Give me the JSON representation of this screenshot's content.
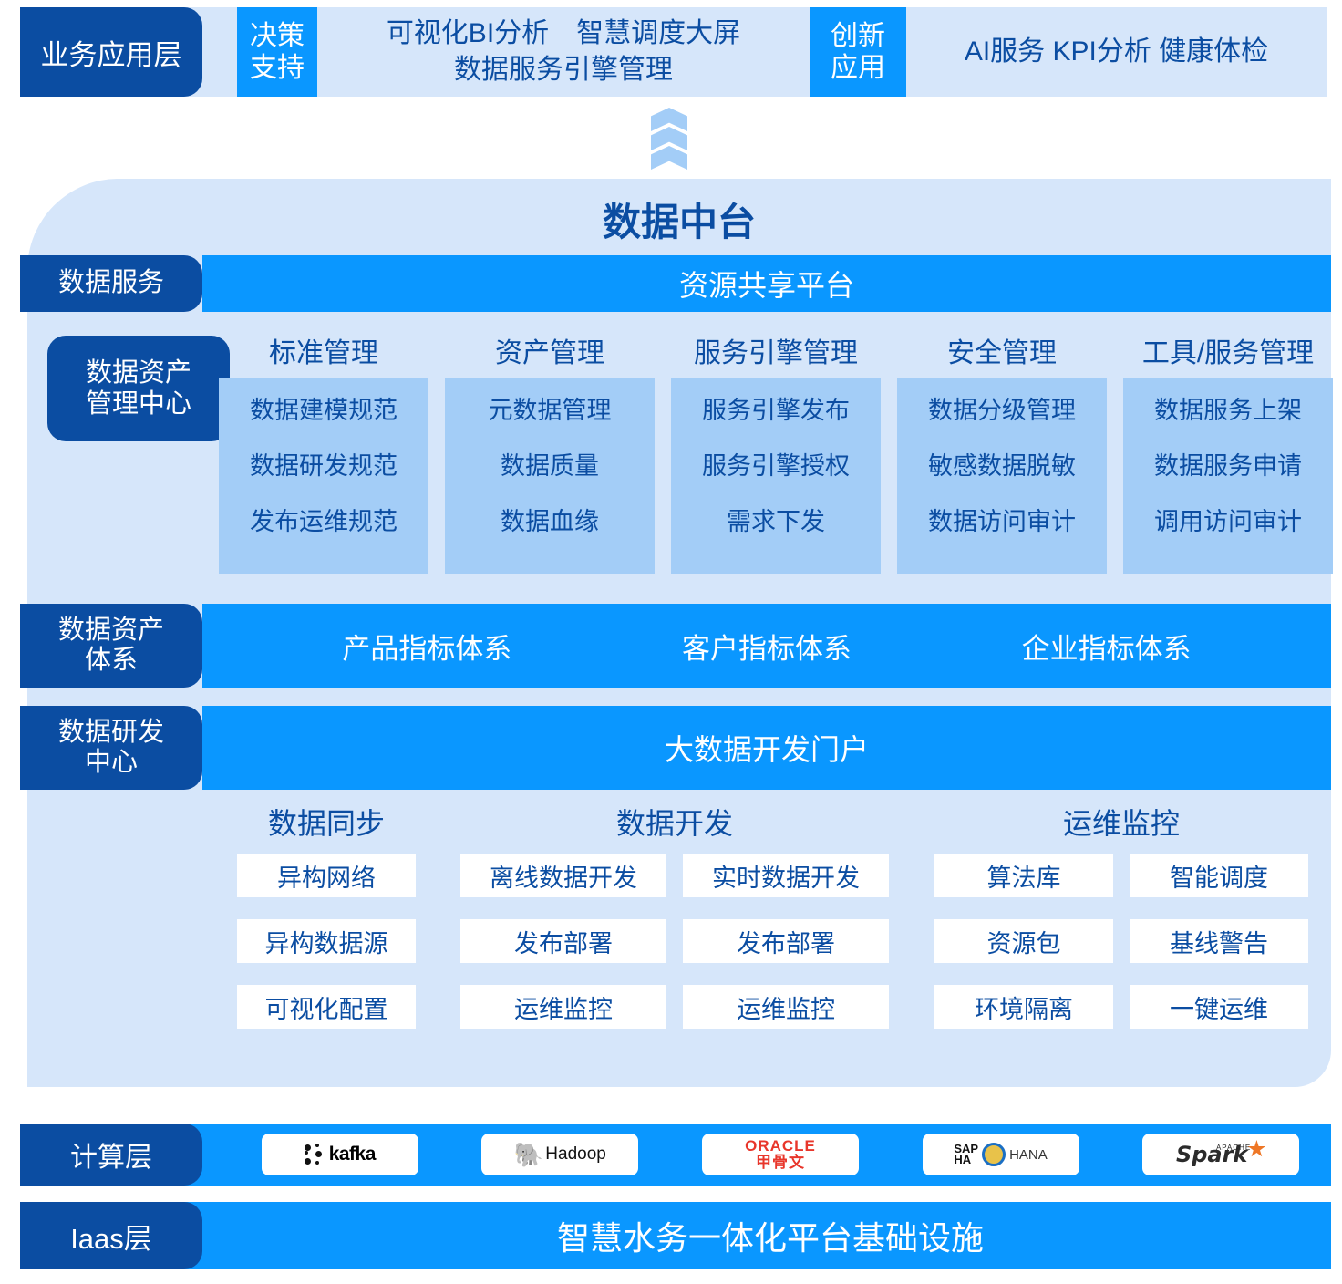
{
  "business_layer": {
    "tag": "业务应用层",
    "groups": [
      {
        "label": "决策\n支持",
        "apps": "可视化BI分析　智慧调度大屏\n数据服务引擎管理"
      },
      {
        "label": "创新\n应用",
        "apps": "AI服务  KPI分析  健康体检"
      }
    ]
  },
  "arrow": {
    "name": "up-arrow",
    "color": "#A3CDF7"
  },
  "platform": {
    "title": "数据中台",
    "data_service": {
      "tag": "数据服务",
      "label": "资源共享平台"
    },
    "asset_center": {
      "tag": "数据资产\n管理中心",
      "columns": [
        {
          "title": "标准管理",
          "items": [
            "数据建模规范",
            "数据研发规范",
            "发布运维规范"
          ]
        },
        {
          "title": "资产管理",
          "items": [
            "元数据管理",
            "数据质量",
            "数据血缘"
          ]
        },
        {
          "title": "服务引擎管理",
          "items": [
            "服务引擎发布",
            "服务引擎授权",
            "需求下发"
          ]
        },
        {
          "title": "安全管理",
          "items": [
            "数据分级管理",
            "敏感数据脱敏",
            "数据访问审计"
          ]
        },
        {
          "title": "工具/服务管理",
          "items": [
            "数据服务上架",
            "数据服务申请",
            "调用访问审计"
          ]
        }
      ]
    },
    "asset_system": {
      "tag": "数据资产\n体系",
      "items": [
        "产品指标体系",
        "客户指标体系",
        "企业指标体系"
      ]
    },
    "rd_center": {
      "tag": "数据研发\n中心",
      "label": "大数据开发门户"
    },
    "dev_groups": [
      {
        "title": "数据同步",
        "columns": [
          {
            "cells": [
              "异构网络",
              "异构数据源",
              "可视化配置"
            ]
          }
        ]
      },
      {
        "title": "数据开发",
        "columns": [
          {
            "cells": [
              "离线数据开发",
              "发布部署",
              "运维监控"
            ]
          },
          {
            "cells": [
              "实时数据开发",
              "发布部署",
              "运维监控"
            ]
          }
        ]
      },
      {
        "title": "运维监控",
        "columns": [
          {
            "cells": [
              "算法库",
              "资源包",
              "环境隔离"
            ]
          },
          {
            "cells": [
              "智能调度",
              "基线警告",
              "一键运维"
            ]
          }
        ]
      }
    ]
  },
  "compute_layer": {
    "tag": "计算层",
    "logos": [
      {
        "name": "kafka-logo",
        "text": "kafka"
      },
      {
        "name": "hadoop-logo",
        "text": "Hadoop"
      },
      {
        "name": "oracle-logo",
        "text_top": "ORACLE",
        "text_bottom": "甲骨文"
      },
      {
        "name": "sap-hana-logo",
        "text_top": "SAP",
        "text_bottom": "HA",
        "suffix": "HANA"
      },
      {
        "name": "spark-logo",
        "text_top": "APACHE",
        "text": "Spark"
      }
    ]
  },
  "iaas_layer": {
    "tag": "Iaas层",
    "label": "智慧水务一体化平台基础设施"
  },
  "colors": {
    "dark_blue": "#0B4DA2",
    "bright_blue": "#0A97FF",
    "pale_blue": "#D6E6FA",
    "mid_blue": "#A3CDF7",
    "white": "#FFFFFF"
  }
}
